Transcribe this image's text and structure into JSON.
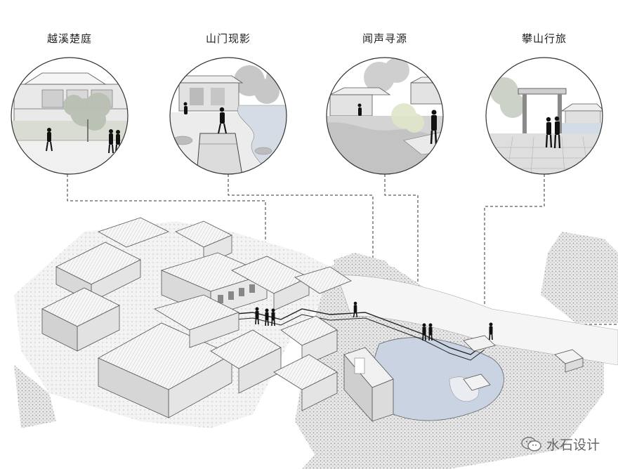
{
  "vignettes": [
    {
      "title": "越溪楚庭"
    },
    {
      "title": "山门现影"
    },
    {
      "title": "闻声寻源"
    },
    {
      "title": "攀山行旅"
    }
  ],
  "watermark": {
    "text": "水石设计",
    "icon": "wechat-icon"
  },
  "colors": {
    "water": "#c9d3e2",
    "line": "#333333",
    "building": "#f2f2f2",
    "hatch": "#bdbdbd"
  }
}
